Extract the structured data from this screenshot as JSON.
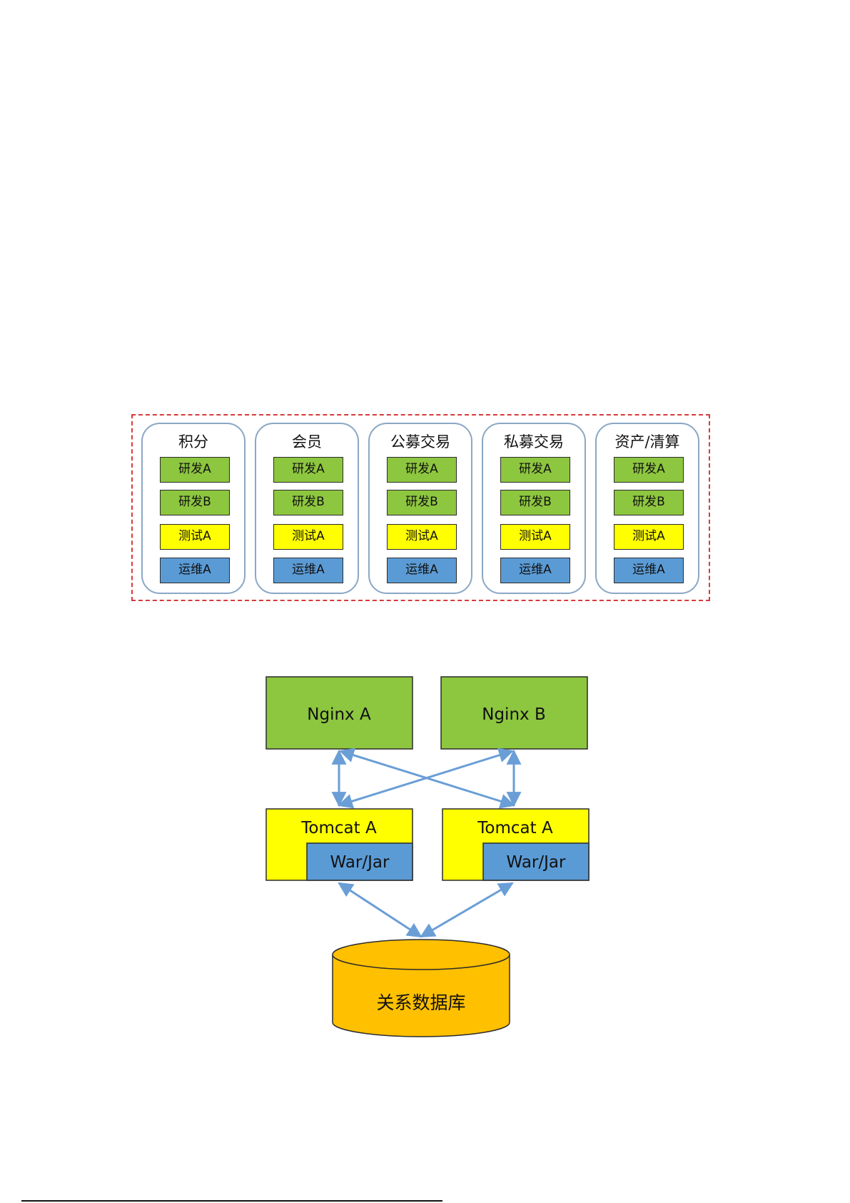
{
  "teams": [
    {
      "name": "积分",
      "roles": [
        "研发A",
        "研发B",
        "测试A",
        "运维A"
      ]
    },
    {
      "name": "会员",
      "roles": [
        "研发A",
        "研发B",
        "测试A",
        "运维A"
      ]
    },
    {
      "name": "公募交易",
      "roles": [
        "研发A",
        "研发B",
        "测试A",
        "运维A"
      ]
    },
    {
      "name": "私募交易",
      "roles": [
        "研发A",
        "研发B",
        "测试A",
        "运维A"
      ]
    },
    {
      "name": "资产/清算",
      "roles": [
        "研发A",
        "研发B",
        "测试A",
        "运维A"
      ]
    }
  ],
  "role_colors": {
    "dev": "#8dc63f",
    "test": "#ffff00",
    "ops": "#5b9bd5"
  },
  "frame_color": "#d83b3b",
  "architecture": {
    "nginx": [
      "Nginx A",
      "Nginx B"
    ],
    "tomcat": [
      "Tomcat A",
      "Tomcat A"
    ],
    "artifact": [
      "War/Jar",
      "War/Jar"
    ],
    "database": "关系数据库",
    "colors": {
      "nginx": "#8dc63f",
      "tomcat": "#ffff00",
      "artifact": "#5b9bd5",
      "database": "#ffc000",
      "arrow": "#6a9ed6"
    }
  }
}
